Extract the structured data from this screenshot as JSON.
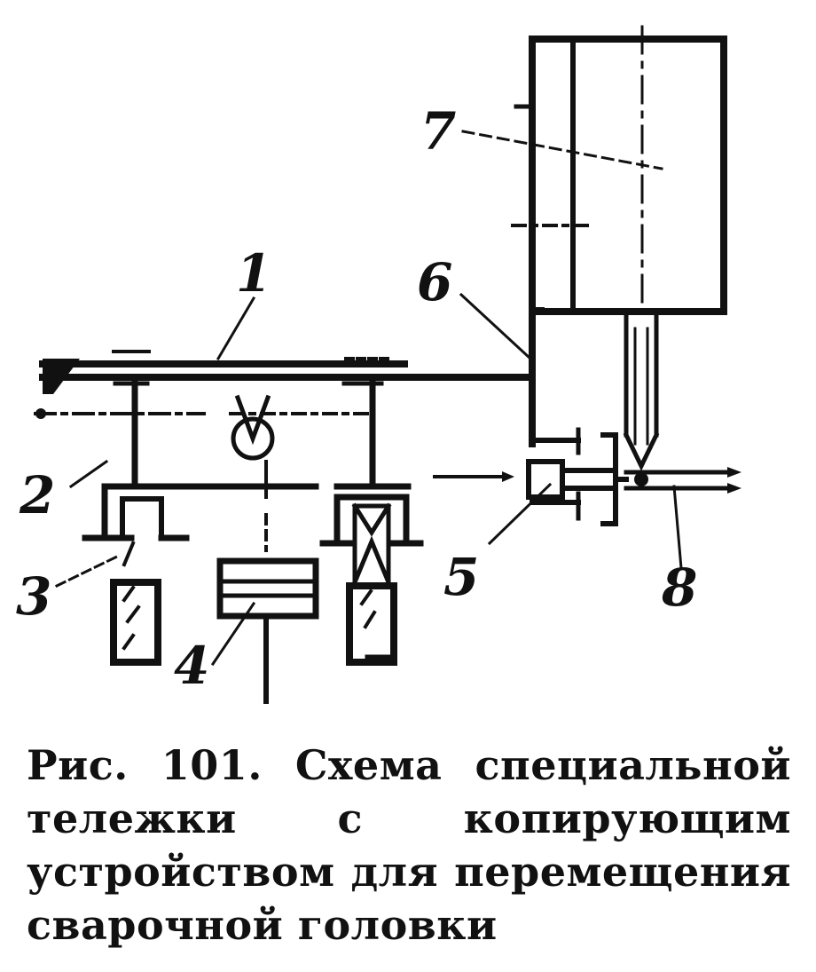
{
  "figure": {
    "callouts": {
      "c1": "1",
      "c2": "2",
      "c3": "3",
      "c4": "4",
      "c5": "5",
      "c6": "6",
      "c7": "7",
      "c8": "8"
    },
    "caption": "Рис. 101. Схема специальной тележки с копирующим устройством для перемещения сварочной головки"
  },
  "colors": {
    "ink": "#111111",
    "paper": "#ffffff"
  }
}
